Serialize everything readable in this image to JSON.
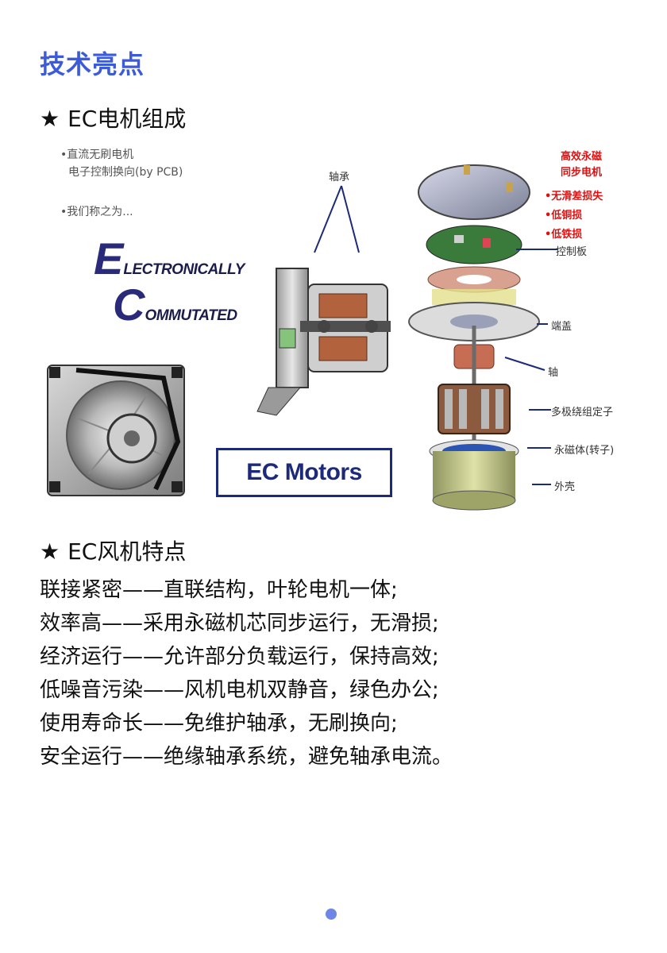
{
  "page": {
    "title": "技术亮点",
    "section1": {
      "star": "★",
      "heading": "EC电机组成"
    },
    "section2": {
      "star": "★",
      "heading": "EC风机特点"
    }
  },
  "figure": {
    "notes": {
      "line1": "•直流无刷电机",
      "line2": "电子控制换向(by PCB)",
      "line3": "•我们称之为..."
    },
    "ec_acronym": {
      "e_letter": "E",
      "e_rest": "LECTRONICALLY",
      "c_letter": "C",
      "c_rest": "OMMUTATED"
    },
    "bearing_label": "轴承",
    "ec_motors_label": "EC Motors",
    "red_notes": {
      "title_line1": "高效永磁",
      "title_line2": "同步电机",
      "item1": "•无滑差损失",
      "item2": "•低铜损",
      "item3": "•低铁损"
    },
    "parts": {
      "control_board": "控制板",
      "end_cap": "端盖",
      "shaft": "轴",
      "stator": "多极绕组定子",
      "rotor": "永磁体(转子)",
      "housing": "外壳"
    }
  },
  "features": [
    "联接紧密——直联结构，叶轮电机一体;",
    "效率高——采用永磁机芯同步运行，无滑损;",
    "经济运行——允许部分负载运行，保持高效;",
    "低噪音污染——风机电机双静音，绿色办公;",
    "使用寿命长——免维护轴承，无刷换向;",
    "安全运行——绝缘轴承系统，避免轴承电流。"
  ],
  "colors": {
    "title_blue": "#3B5BDB",
    "red_note": "#dd1111",
    "navy": "#1d2a7a",
    "dot": "#6f86e6"
  }
}
